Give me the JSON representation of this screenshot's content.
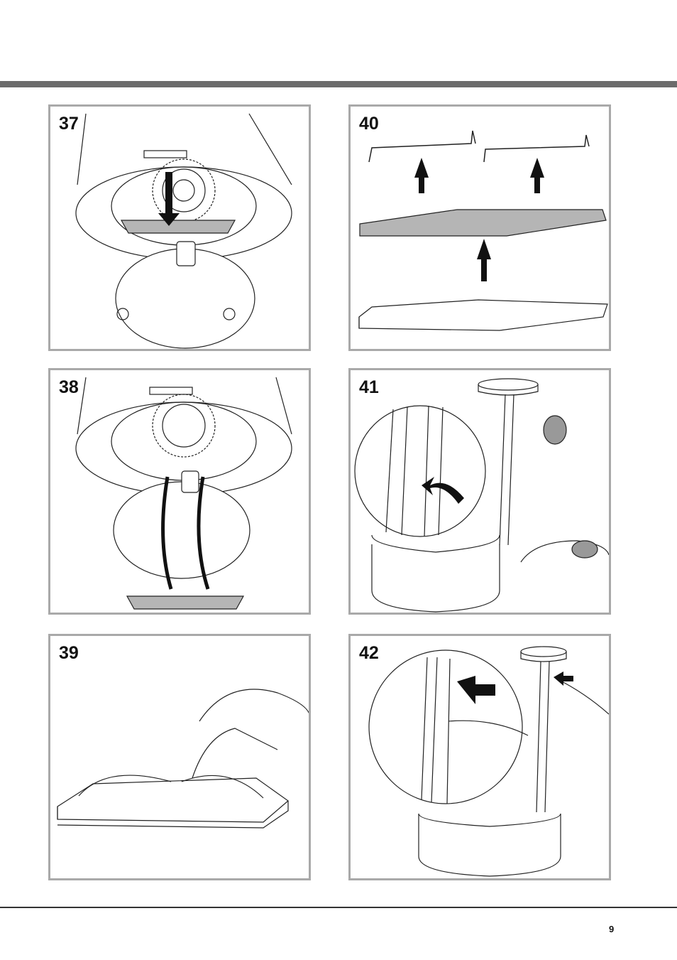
{
  "page_number": "9",
  "steps": [
    {
      "number": "37"
    },
    {
      "number": "38"
    },
    {
      "number": "39"
    },
    {
      "number": "40"
    },
    {
      "number": "41"
    },
    {
      "number": "42"
    }
  ],
  "colors": {
    "header_bar": "#6b6b6b",
    "panel_border": "#a9a9a9",
    "filter_fill": "#b5b5b5"
  }
}
